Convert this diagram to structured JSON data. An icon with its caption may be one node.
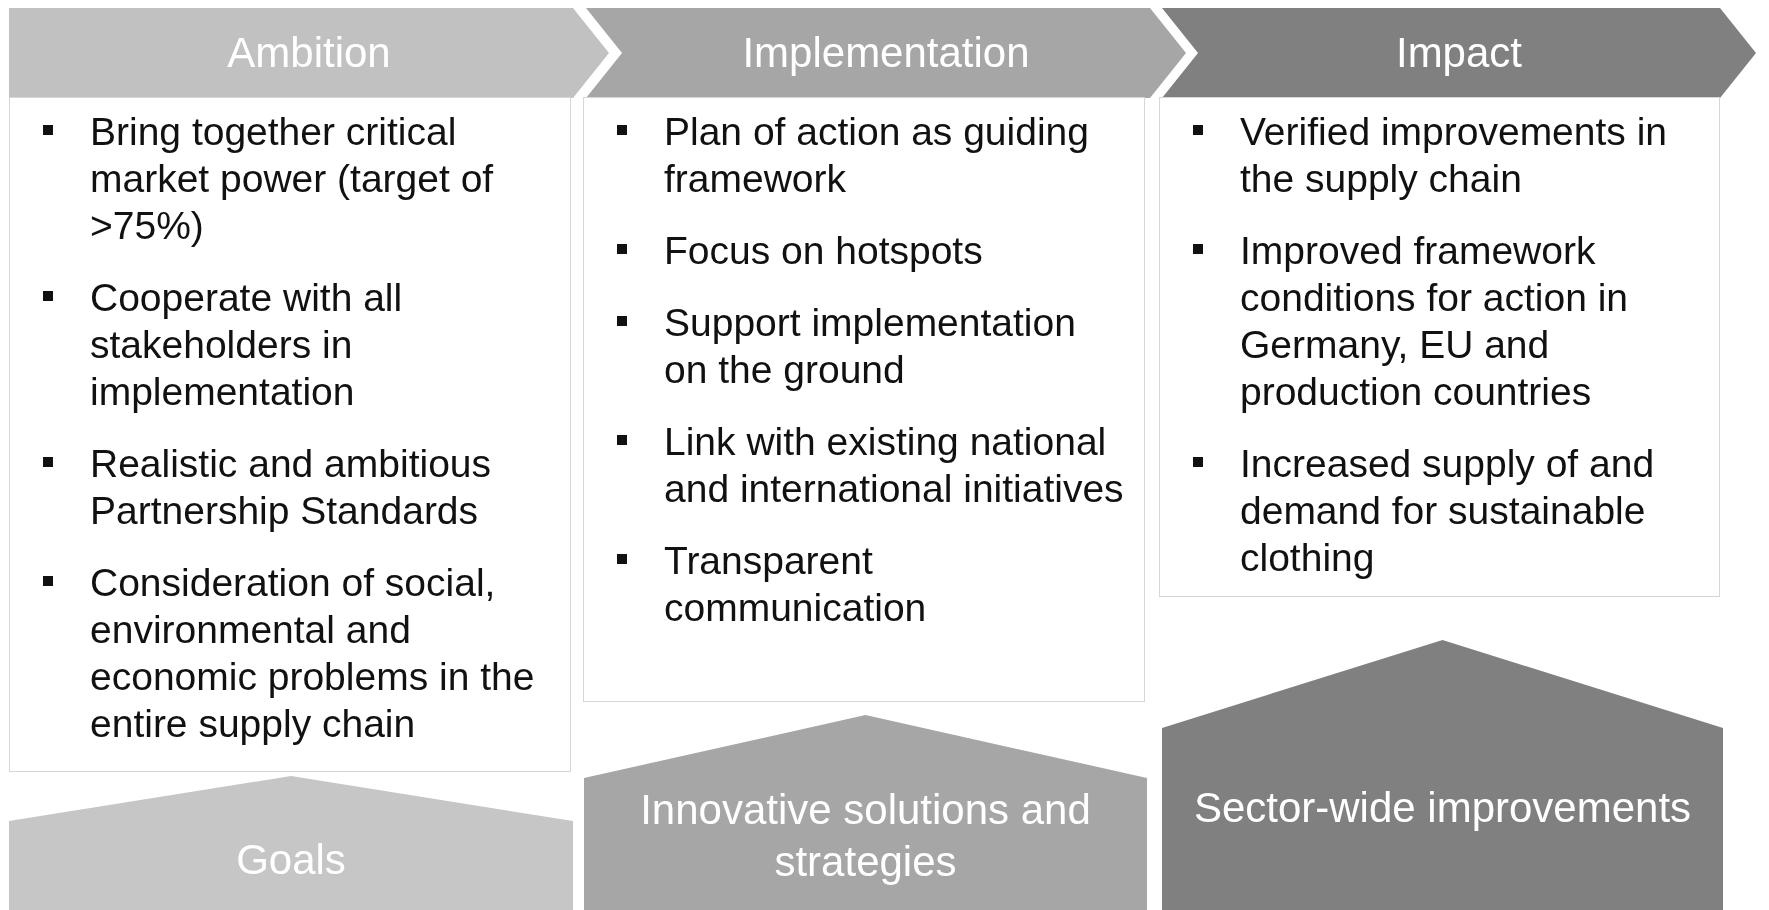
{
  "diagram": {
    "nodes": [
      {
        "text": [
          "Ambition"
        ]
      },
      {
        "text": [
          "Implementation"
        ]
      },
      {
        "text": [
          "Impact"
        ]
      },
      {
        "text": [
          "Bring together critical market power (target of >75%)",
          "Cooperate with all stakeholders in implementation",
          "Realistic and ambitious Partnership Standards",
          "Consideration of social, environmental and economic problems in the entire supply chain"
        ]
      },
      {
        "text": [
          "Plan of action as guiding framework",
          "Focus on hotspots",
          "Support implementation on the ground",
          "Link with existing national and international initiatives",
          "Transparent communication"
        ]
      },
      {
        "text": [
          "Verified improvements in the supply chain",
          "Improved framework conditions for action in Germany, EU and production countries",
          "Increased supply of and demand for sustainable clothing"
        ]
      },
      {
        "text": [
          "Goals"
        ]
      },
      {
        "text": [
          "Innovative solutions and strategies"
        ]
      },
      {
        "text": [
          "Sector-wide improvements"
        ]
      }
    ]
  }
}
